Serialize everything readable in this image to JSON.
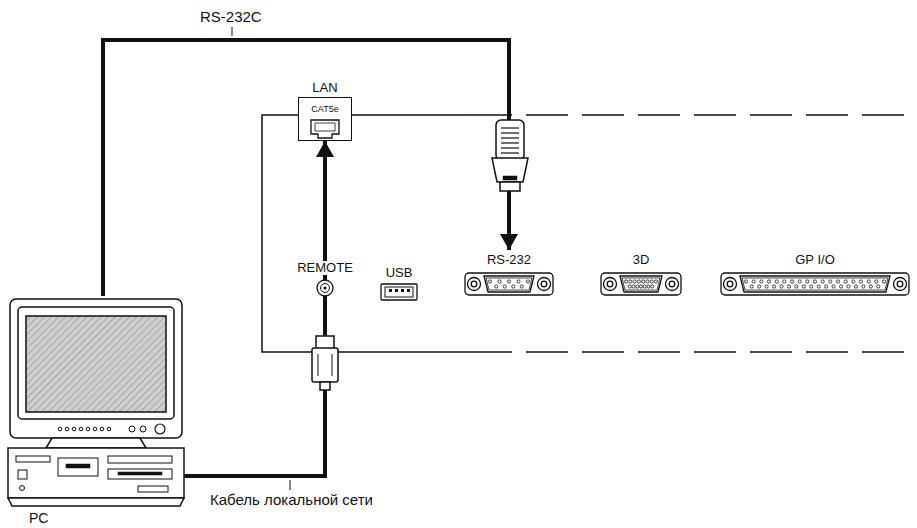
{
  "diagram": {
    "nodes": [
      {
        "text": [
          "LAN",
          "CAT5e"
        ]
      },
      {
        "text": [
          "REMOTE"
        ]
      },
      {
        "text": [
          "USB"
        ]
      },
      {
        "text": [
          "RS-232"
        ]
      },
      {
        "text": [
          "3D"
        ]
      },
      {
        "text": [
          "GP I/O"
        ]
      },
      {
        "text": [
          "PC"
        ]
      }
    ],
    "edges": [
      {
        "from": 6,
        "to": 3,
        "label": "RS-232C",
        "arrow": "to"
      },
      {
        "from": 6,
        "to": 0,
        "label": "Кабель локальной сети",
        "arrow": "to"
      }
    ]
  }
}
